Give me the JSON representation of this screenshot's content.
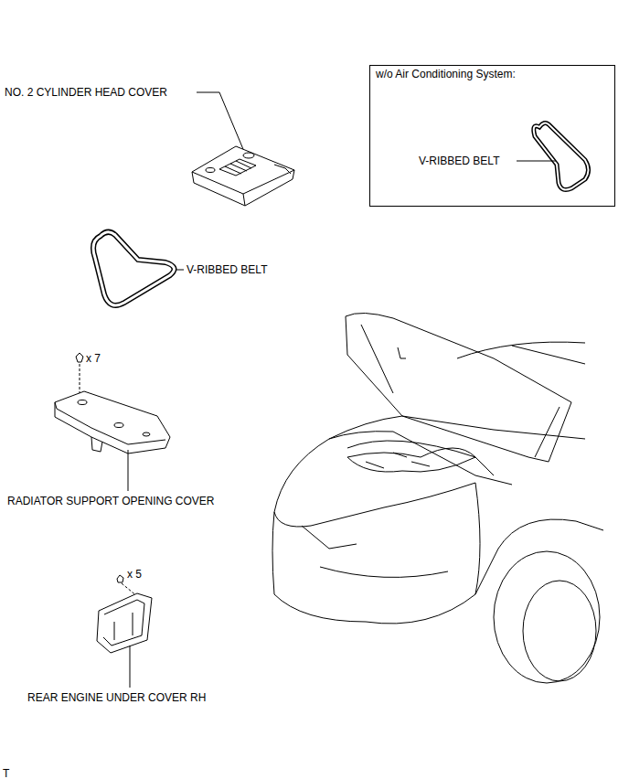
{
  "diagram": {
    "nodes": [
      {
        "text": [
          "w/o Air Conditioning System:",
          "V-RIBBED BELT"
        ]
      }
    ],
    "labels": [
      "NO. 2 CYLINDER HEAD COVER",
      "V-RIBBED BELT",
      "x 7",
      "RADIATOR SUPPORT OPENING COVER",
      "x 5",
      "REAR ENGINE UNDER COVER RH",
      "T"
    ]
  }
}
